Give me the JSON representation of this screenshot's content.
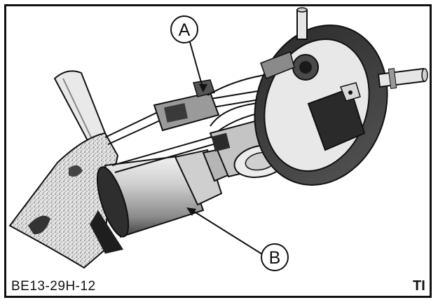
{
  "figure": {
    "code": "BE13-29H-12",
    "mark": "TI",
    "callouts": [
      {
        "id": "A",
        "label": "A"
      },
      {
        "id": "B",
        "label": "B"
      }
    ]
  },
  "colors": {
    "ink": "#111111",
    "paper": "#ffffff",
    "shade_light": "#d8d8d8",
    "shade_mid": "#9a9a9a",
    "shade_dark": "#3a3a3a"
  }
}
